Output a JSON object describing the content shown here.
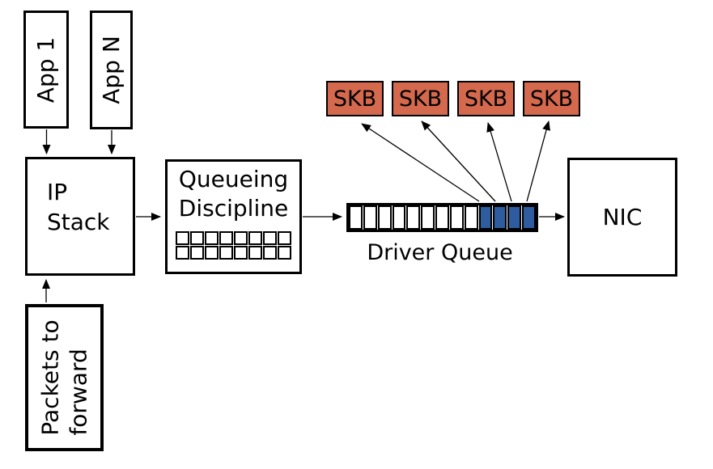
{
  "boxes": {
    "app1": {
      "label": "App 1"
    },
    "appN": {
      "label": "App N"
    },
    "ip_stack": {
      "lines": [
        "IP",
        "Stack"
      ]
    },
    "queueing_discipline": {
      "lines": [
        "Queueing",
        "Discipline"
      ],
      "grid_rows": 2,
      "grid_cols": 8
    },
    "nic": {
      "label": "NIC"
    },
    "packets_to_forward": {
      "lines": [
        "Packets to",
        "forward"
      ]
    }
  },
  "driver_queue": {
    "label": "Driver Queue",
    "total_cells": 13,
    "empty_cells": 9,
    "filled_cells": 4
  },
  "skb_boxes": [
    {
      "label": "SKB"
    },
    {
      "label": "SKB"
    },
    {
      "label": "SKB"
    },
    {
      "label": "SKB"
    }
  ],
  "colors": {
    "skb_fill": "#d4694e",
    "queue_filled_fill": "#2e5c9e",
    "line": "#000000",
    "background": "#ffffff"
  }
}
